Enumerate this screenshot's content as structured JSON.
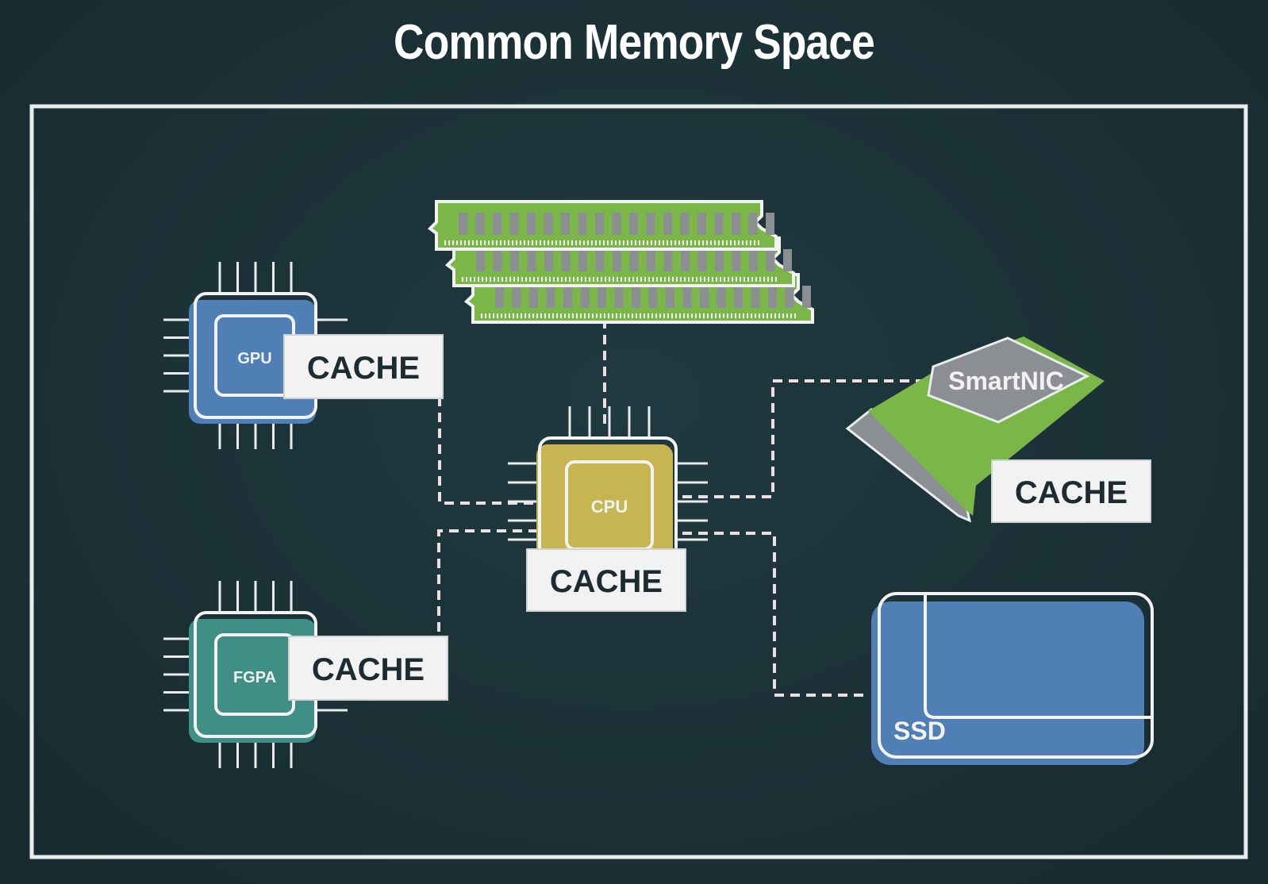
{
  "title": "Common Memory Space",
  "components": {
    "gpu": {
      "label": "GPU",
      "cache_label": "CACHE",
      "color": "#4f7fb5"
    },
    "fpga": {
      "label": "FGPA",
      "cache_label": "CACHE",
      "color": "#3f8f86"
    },
    "cpu": {
      "label": "CPU",
      "cache_label": "CACHE",
      "color": "#c7b552"
    },
    "smartnic": {
      "label": "SmartNIC",
      "cache_label": "CACHE",
      "board_color": "#7ab648",
      "chip_color": "#8b8e93"
    },
    "ssd": {
      "label": "SSD",
      "color": "#4f7fb5"
    },
    "ram": {
      "color": "#7ab648"
    }
  },
  "colors": {
    "background": "#1b3136",
    "frame": "#e8ecec",
    "connector": "#eadfe4",
    "cache_box": "#f2f2f2",
    "cache_text": "#1c2c30"
  }
}
